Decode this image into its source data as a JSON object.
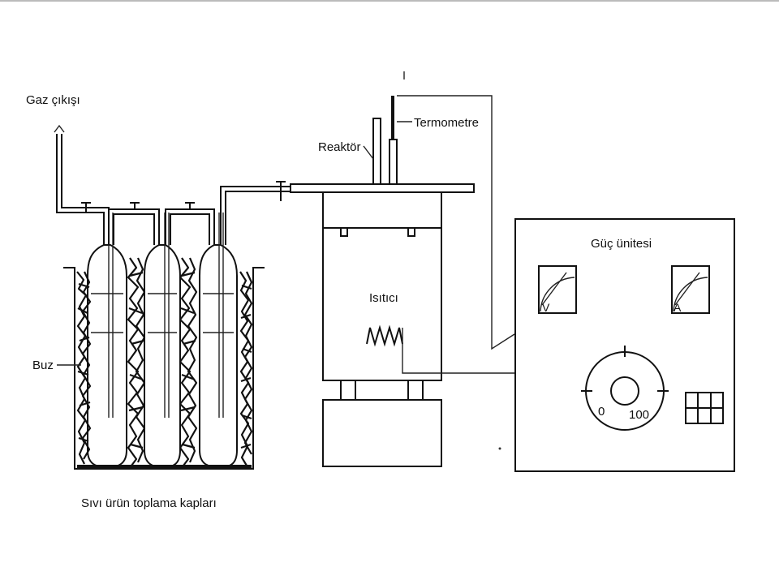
{
  "labels": {
    "gas_outlet": "Gaz çıkışı",
    "ice": "Buz",
    "collectors": "Sıvı ürün toplama kapları",
    "reactor": "Reaktör",
    "thermometer": "Termometre",
    "heater": "Isıtıcı",
    "power_unit": "Güç ünitesi"
  },
  "meters": {
    "voltmeter_symbol": "V",
    "ammeter_symbol": "A"
  },
  "dial": {
    "min_label": "0",
    "max_label": "100"
  }
}
